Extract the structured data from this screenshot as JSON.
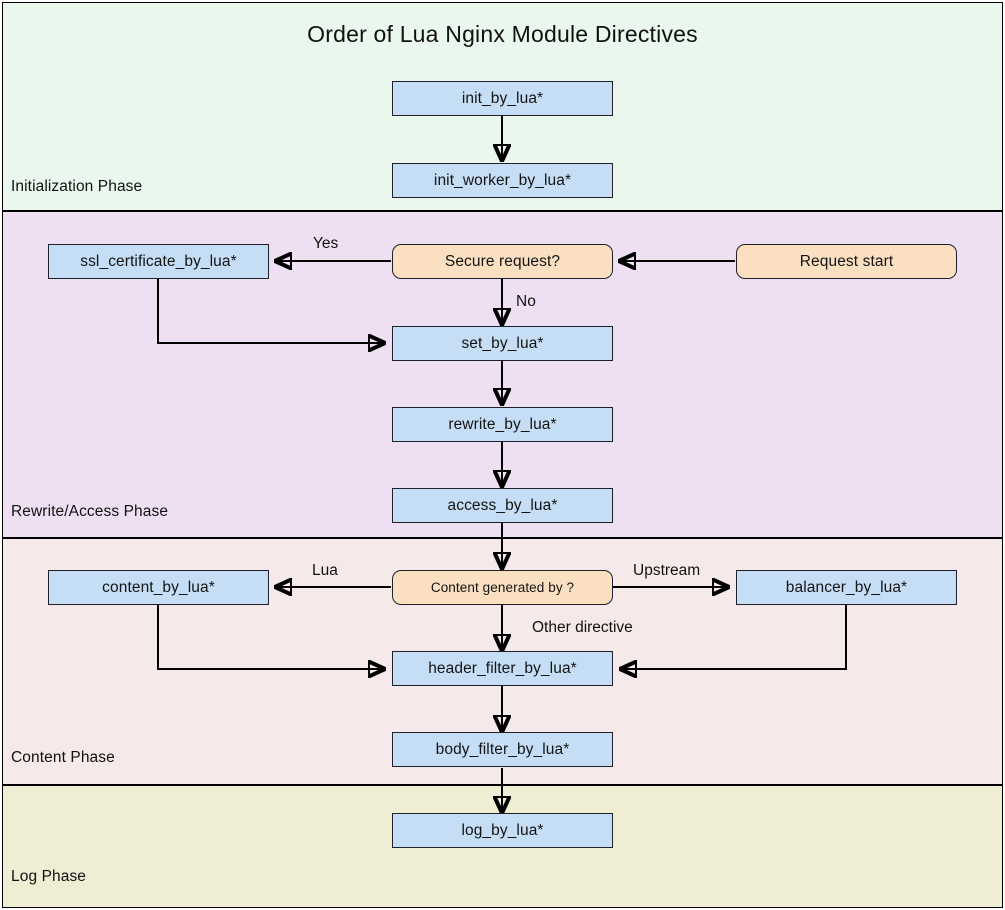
{
  "diagram": {
    "title": "Order of Lua Nginx Module Directives",
    "type": "flowchart",
    "bands": [
      {
        "id": "initialization",
        "label": "Initialization Phase",
        "color": "#eaf7ec"
      },
      {
        "id": "rewrite-access",
        "label": "Rewrite/Access Phase",
        "color": "#eee0f2"
      },
      {
        "id": "content",
        "label": "Content Phase",
        "color": "#f6e9e9"
      },
      {
        "id": "log",
        "label": "Log Phase",
        "color": "#efeed5"
      }
    ],
    "colors": {
      "process_fill": "#c5def5",
      "decision_fill": "#fadfc0",
      "border": "#20202a",
      "edge": "#000000"
    },
    "nodes": [
      {
        "id": "init_by_lua",
        "label": "init_by_lua*",
        "shape": "process",
        "band": "initialization"
      },
      {
        "id": "init_worker_by_lua",
        "label": "init_worker_by_lua*",
        "shape": "process",
        "band": "initialization"
      },
      {
        "id": "request_start",
        "label": "Request start",
        "shape": "decision",
        "band": "rewrite-access"
      },
      {
        "id": "secure_request",
        "label": "Secure request?",
        "shape": "decision",
        "band": "rewrite-access"
      },
      {
        "id": "ssl_certificate_by_lua",
        "label": "ssl_certificate_by_lua*",
        "shape": "process",
        "band": "rewrite-access"
      },
      {
        "id": "set_by_lua",
        "label": "set_by_lua*",
        "shape": "process",
        "band": "rewrite-access"
      },
      {
        "id": "rewrite_by_lua",
        "label": "rewrite_by_lua*",
        "shape": "process",
        "band": "rewrite-access"
      },
      {
        "id": "access_by_lua",
        "label": "access_by_lua*",
        "shape": "process",
        "band": "rewrite-access"
      },
      {
        "id": "content_generated_by",
        "label": "Content generated by ?",
        "shape": "decision",
        "band": "content"
      },
      {
        "id": "content_by_lua",
        "label": "content_by_lua*",
        "shape": "process",
        "band": "content"
      },
      {
        "id": "balancer_by_lua",
        "label": "balancer_by_lua*",
        "shape": "process",
        "band": "content"
      },
      {
        "id": "header_filter_by_lua",
        "label": "header_filter_by_lua*",
        "shape": "process",
        "band": "content"
      },
      {
        "id": "body_filter_by_lua",
        "label": "body_filter_by_lua*",
        "shape": "process",
        "band": "content"
      },
      {
        "id": "log_by_lua",
        "label": "log_by_lua*",
        "shape": "process",
        "band": "log"
      }
    ],
    "edge_labels": {
      "yes": "Yes",
      "no": "No",
      "lua": "Lua",
      "upstream": "Upstream",
      "other_directive": "Other directive"
    },
    "edges": [
      {
        "from": "init_by_lua",
        "to": "init_worker_by_lua",
        "label": ""
      },
      {
        "from": "request_start",
        "to": "secure_request",
        "label": ""
      },
      {
        "from": "secure_request",
        "to": "ssl_certificate_by_lua",
        "label": "Yes"
      },
      {
        "from": "secure_request",
        "to": "set_by_lua",
        "label": "No"
      },
      {
        "from": "ssl_certificate_by_lua",
        "to": "set_by_lua",
        "label": ""
      },
      {
        "from": "set_by_lua",
        "to": "rewrite_by_lua",
        "label": ""
      },
      {
        "from": "rewrite_by_lua",
        "to": "access_by_lua",
        "label": ""
      },
      {
        "from": "access_by_lua",
        "to": "content_generated_by",
        "label": ""
      },
      {
        "from": "content_generated_by",
        "to": "content_by_lua",
        "label": "Lua"
      },
      {
        "from": "content_generated_by",
        "to": "balancer_by_lua",
        "label": "Upstream"
      },
      {
        "from": "content_generated_by",
        "to": "header_filter_by_lua",
        "label": "Other directive"
      },
      {
        "from": "content_by_lua",
        "to": "header_filter_by_lua",
        "label": ""
      },
      {
        "from": "balancer_by_lua",
        "to": "header_filter_by_lua",
        "label": ""
      },
      {
        "from": "header_filter_by_lua",
        "to": "body_filter_by_lua",
        "label": ""
      },
      {
        "from": "body_filter_by_lua",
        "to": "log_by_lua",
        "label": ""
      }
    ]
  }
}
